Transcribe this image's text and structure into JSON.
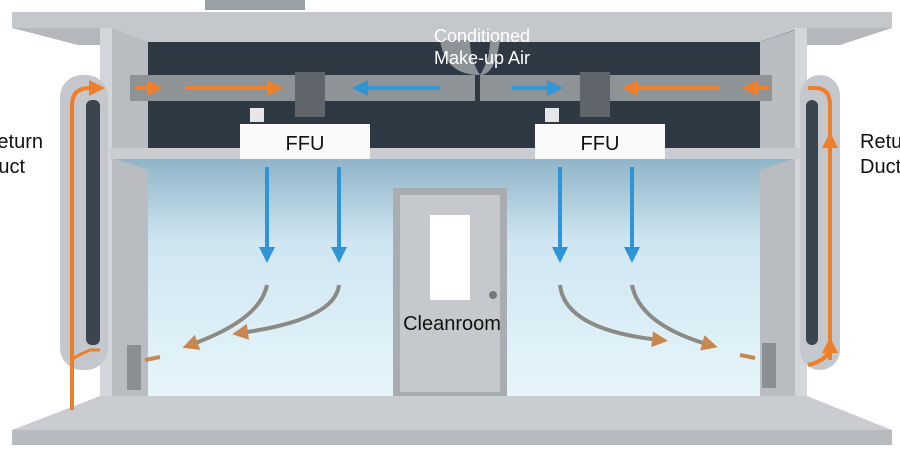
{
  "labels": {
    "makeup_air_line1": "Conditioned",
    "makeup_air_line2": "Make-up Air",
    "ffu_left": "FFU",
    "ffu_right": "FFU",
    "return_left_line1": "Return",
    "return_left_line2": "Duct",
    "return_right_line1": "Return",
    "return_right_line2": "Duct",
    "room": "Cleanroom"
  },
  "colors": {
    "return_air": "#f07f2a",
    "supply_air": "#2f95d6",
    "mixed_air": "#b98a62",
    "plenum": "#2e3944",
    "structure": "#c8cbd0"
  }
}
